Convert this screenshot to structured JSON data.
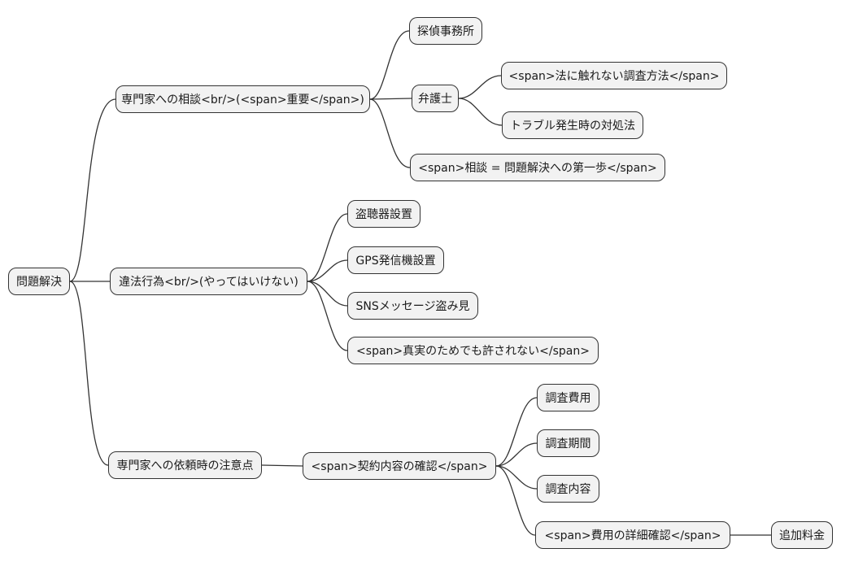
{
  "diagram": {
    "type": "mindmap",
    "colors": {
      "background": "#ffffff",
      "node_fill": "#f2f2f2",
      "node_border": "#333333",
      "edge": "#333333",
      "text": "#1a1a1a"
    },
    "nodes": {
      "root": {
        "label": "問題解決"
      },
      "consult": {
        "label": "専門家への相談<br/>(<span>重要</span>)"
      },
      "detective": {
        "label": "探偵事務所"
      },
      "lawyer": {
        "label": "弁護士"
      },
      "legal_methods": {
        "label": "<span>法に触れない調査方法</span>"
      },
      "trouble": {
        "label": "トラブル発生時の対処法"
      },
      "first_step": {
        "label": "<span>相談 = 問題解決への第一歩</span>"
      },
      "illegal": {
        "label": "違法行為<br/>(やってはいけない)"
      },
      "wiretap": {
        "label": "盗聴器設置"
      },
      "gps": {
        "label": "GPS発信機設置"
      },
      "sns": {
        "label": "SNSメッセージ盗み見"
      },
      "truth": {
        "label": "<span>真実のためでも許されない</span>"
      },
      "caution": {
        "label": "専門家への依頼時の注意点"
      },
      "contract": {
        "label": "<span>契約内容の確認</span>"
      },
      "cost": {
        "label": "調査費用"
      },
      "period": {
        "label": "調査期間"
      },
      "content": {
        "label": "調査内容"
      },
      "detail": {
        "label": "<span>費用の詳細確認</span>"
      },
      "extra": {
        "label": "追加料金"
      }
    }
  }
}
